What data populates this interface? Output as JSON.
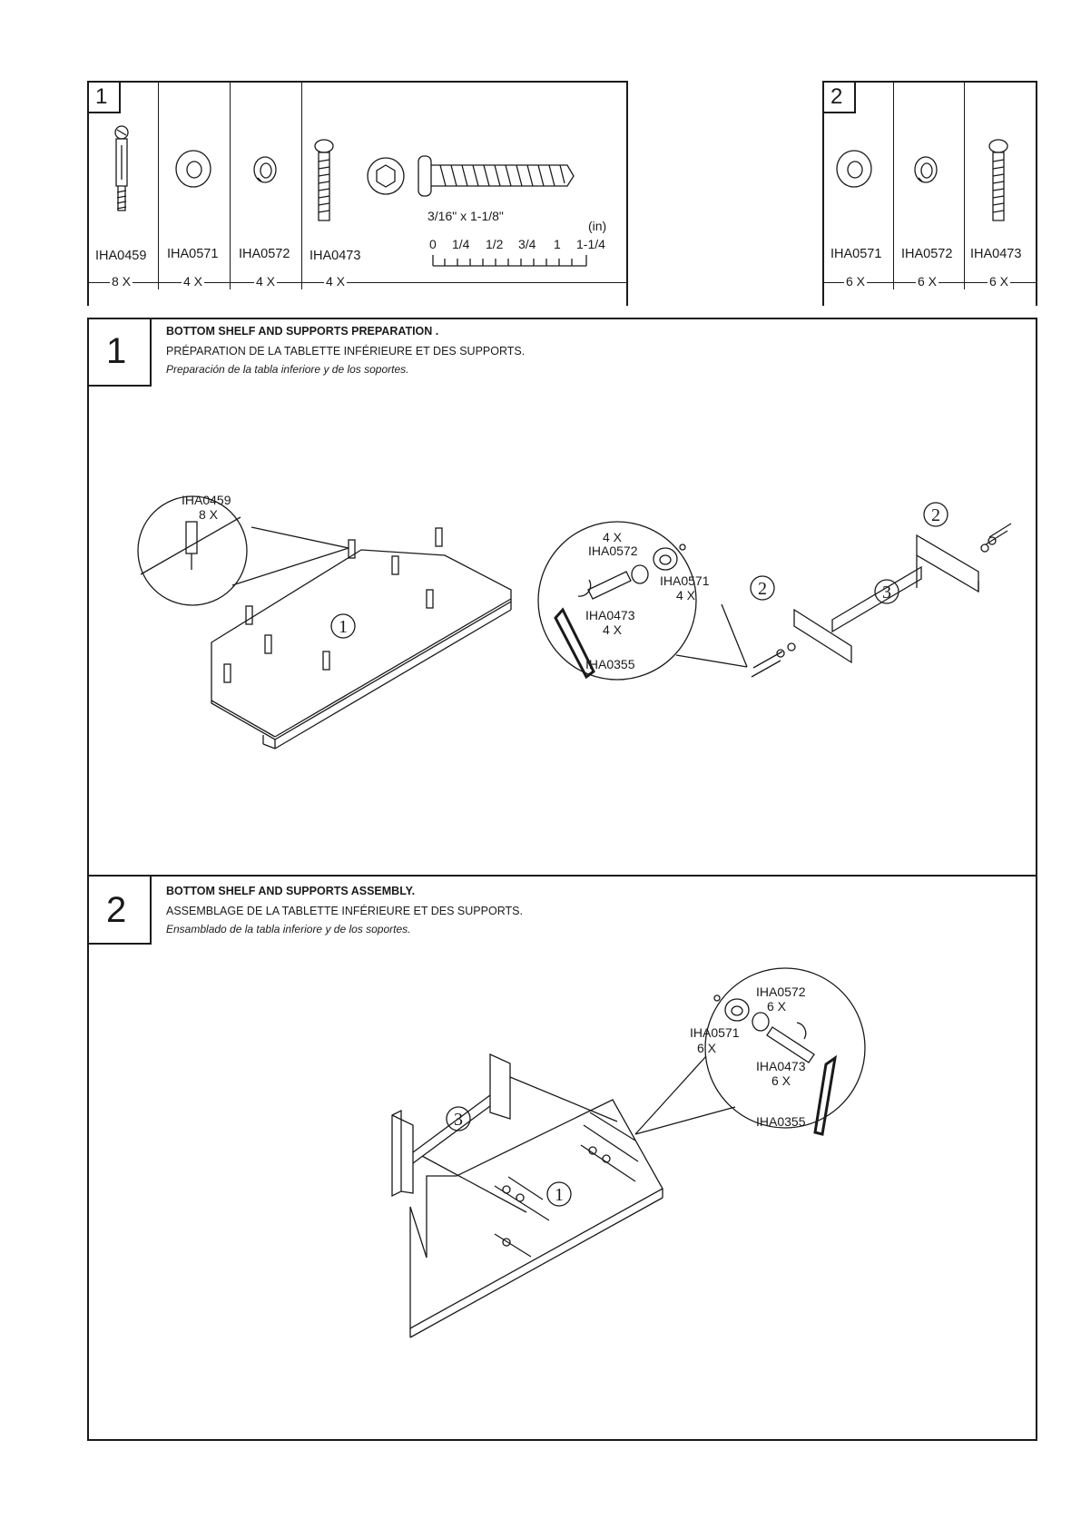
{
  "hardware_box_1": {
    "box_number": "1",
    "items": [
      {
        "code": "IHA0459",
        "qty": "8 X",
        "icon": "cam-bolt-icon"
      },
      {
        "code": "IHA0571",
        "qty": "4 X",
        "icon": "flat-washer-icon"
      },
      {
        "code": "IHA0572",
        "qty": "4 X",
        "icon": "lock-washer-icon"
      },
      {
        "code": "IHA0473",
        "qty": "4 X",
        "icon": "allen-bolt-icon"
      }
    ],
    "bolt_size": "3/16\" x 1-1/8\"",
    "ruler_unit": "(in)",
    "ruler_ticks": [
      "0",
      "1/4",
      "1/2",
      "3/4",
      "1",
      "1-1/4"
    ]
  },
  "hardware_box_2": {
    "box_number": "2",
    "items": [
      {
        "code": "IHA0571",
        "qty": "6 X",
        "icon": "flat-washer-icon"
      },
      {
        "code": "IHA0572",
        "qty": "6 X",
        "icon": "lock-washer-icon"
      },
      {
        "code": "IHA0473",
        "qty": "6 X",
        "icon": "allen-bolt-icon"
      }
    ]
  },
  "steps": [
    {
      "number": "1",
      "title_en": "BOTTOM SHELF AND SUPPORTS PREPARATION .",
      "title_fr": "PRÉPARATION DE LA TABLETTE INFÉRIEURE ET DES SUPPORTS.",
      "title_es": "Preparación de la tabla inferiore y de los soportes.",
      "callouts": {
        "cam_code": "IHA0459",
        "cam_qty": "8 X",
        "lock_qty": "4 X",
        "lock_code": "IHA0572",
        "washer_code": "IHA0571",
        "washer_qty": "4 X",
        "bolt_code": "IHA0473",
        "bolt_qty": "4 X",
        "key_code": "IHA0355",
        "part_shelf": "1",
        "part_side": "2",
        "part_side_b": "2",
        "part_rail": "3"
      }
    },
    {
      "number": "2",
      "title_en": "BOTTOM SHELF AND SUPPORTS ASSEMBLY.",
      "title_fr": "ASSEMBLAGE DE LA TABLETTE INFÉRIEURE ET DES SUPPORTS.",
      "title_es": "Ensamblado de la tabla inferiore y de los soportes.",
      "callouts": {
        "lock_code": "IHA0572",
        "lock_qty": "6 X",
        "washer_code": "IHA0571",
        "washer_qty": "6 X",
        "bolt_code": "IHA0473",
        "bolt_qty": "6 X",
        "key_code": "IHA0355",
        "part_shelf": "1",
        "part_rail": "3"
      }
    }
  ]
}
